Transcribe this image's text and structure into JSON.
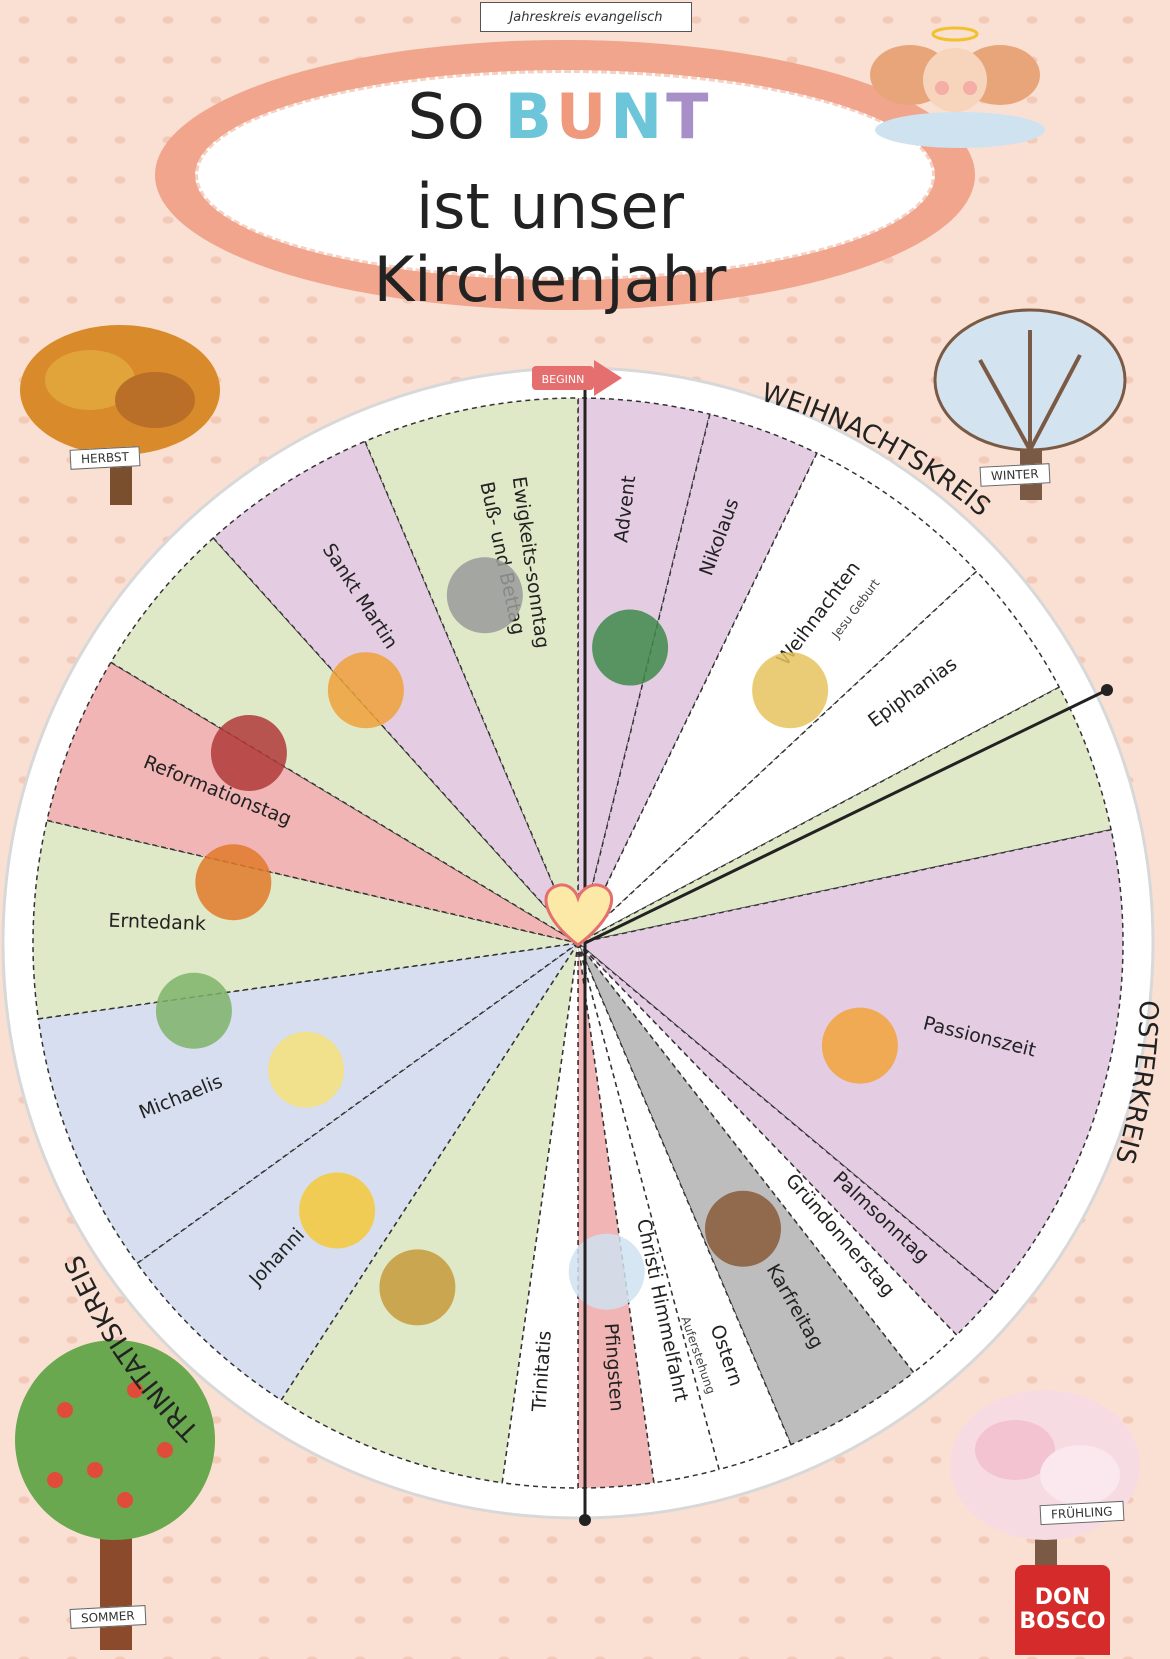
{
  "header_tag": "Jahreskreis evangelisch",
  "title": {
    "line1_prefix": "So",
    "line1_accent": "BUNT",
    "line2": "ist unser Kirchenjahr"
  },
  "trees": {
    "autumn": "HERBST",
    "winter": "WINTER",
    "spring": "FRÜHLING",
    "summer": "SOMMER"
  },
  "start_flag": "BEGINN",
  "ring_labels": {
    "christmas": "WEIHNACHTSKREIS",
    "easter": "OSTERKREIS",
    "trinity": "TRINITATISKREIS"
  },
  "segments": [
    {
      "label": "Advent"
    },
    {
      "label": "Nikolaus"
    },
    {
      "label": "Weihnachten",
      "sub": "Jesu Geburt"
    },
    {
      "label": "Epiphanias"
    },
    {
      "label": "Passionszeit"
    },
    {
      "label": "Palmsonntag"
    },
    {
      "label": "Gründonnerstag"
    },
    {
      "label": "Karfreitag"
    },
    {
      "label": "Ostern",
      "sub": "Auferstehung"
    },
    {
      "label": "Christi Himmelfahrt"
    },
    {
      "label": "Pfingsten"
    },
    {
      "label": "Trinitatis"
    },
    {
      "label": "Johanni"
    },
    {
      "label": "Michaelis"
    },
    {
      "label": "Erntedank"
    },
    {
      "label": "Reformationstag"
    },
    {
      "label": "Sankt Martin"
    },
    {
      "label": "Buß- und Bettag"
    },
    {
      "label": "Ewigkeits-sonntag"
    }
  ],
  "publisher": {
    "line1": "DON",
    "line2": "BOSCO"
  },
  "colors": {
    "green": "#dfe9c8",
    "purple": "#e4cce3",
    "pink": "#f2b5b5",
    "blue": "#d6def0",
    "grey": "#bdbdbd",
    "white": "#ffffff",
    "accent_red": "#e56f6f"
  }
}
